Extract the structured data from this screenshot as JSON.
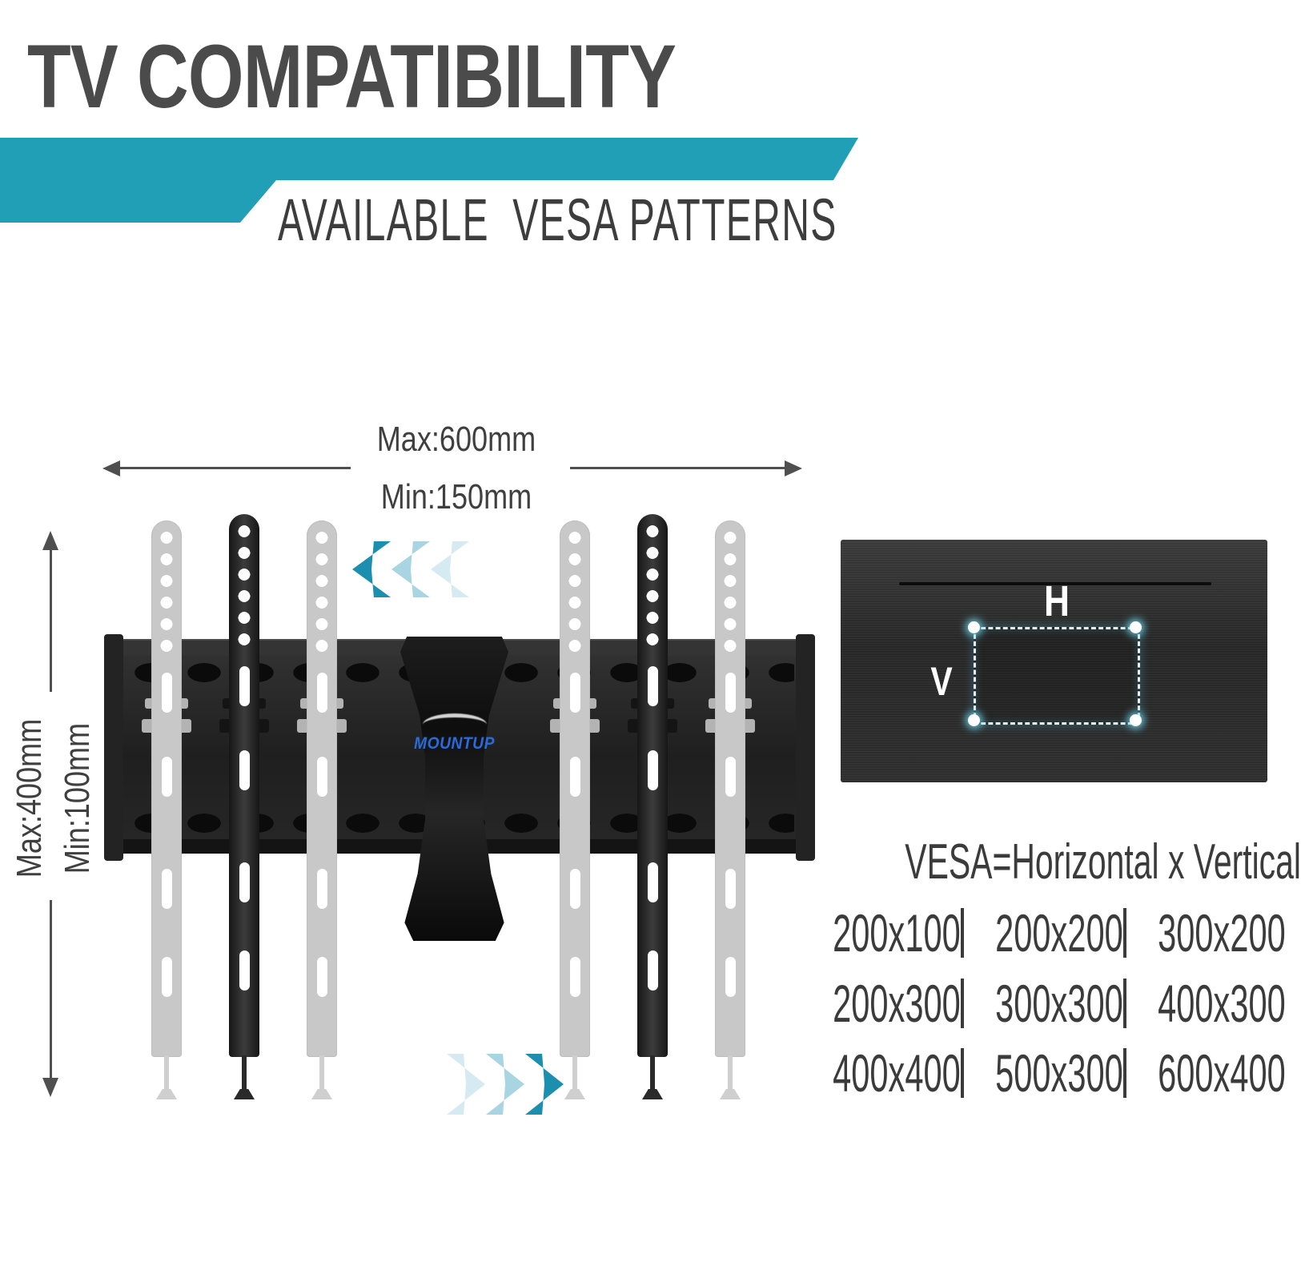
{
  "title": "TV COMPATIBILITY",
  "banner": {
    "subtitle": "AVAILABLE  VESA PATTERNS"
  },
  "dimensions": {
    "width_max": "Max:600mm",
    "width_min": "Min:150mm",
    "height_max": "Max:400mm",
    "height_min": "Min:100mm"
  },
  "mount": {
    "brand": "MOUNTUP"
  },
  "tv": {
    "horizontal_label": "H",
    "vertical_label": "V",
    "vesa_note": "VESA=Horizontal x Vertical"
  },
  "vesa": {
    "rows": [
      [
        "200x100",
        "200x200",
        "300x200"
      ],
      [
        "200x300",
        "300x300",
        "400x300"
      ],
      [
        "400x400",
        "500x300",
        "600x400"
      ]
    ]
  },
  "colors": {
    "accent": "#219fb7",
    "title_gray": "#4b4b4b",
    "text_gray": "#3b3b3b",
    "logo_blue": "#2a6bdb",
    "chevron_dark": "#1b8fad",
    "chevron_mid": "#a9d4e1",
    "chevron_light": "#d6eaf1"
  }
}
